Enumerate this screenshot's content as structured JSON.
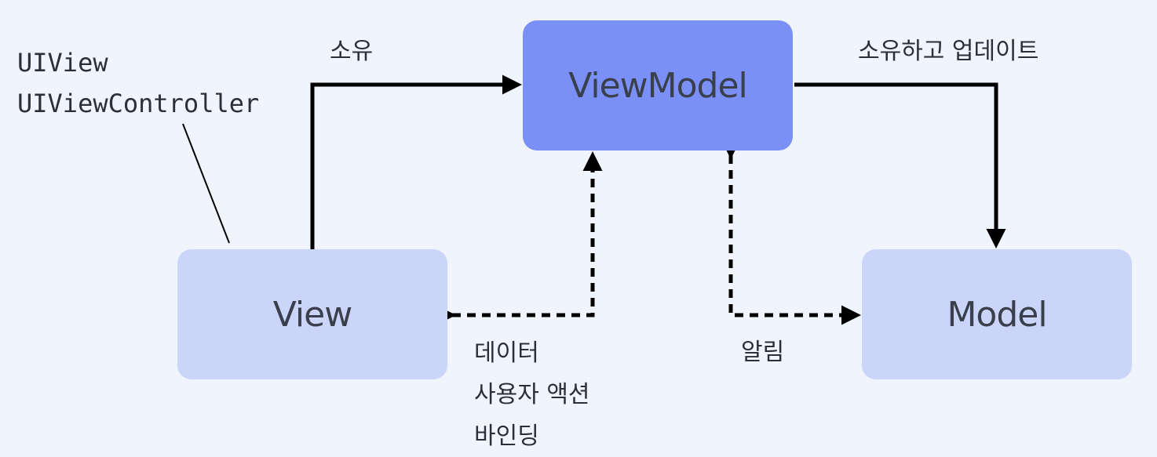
{
  "annotation": {
    "lines": [
      "UIView",
      "UIViewController"
    ]
  },
  "nodes": {
    "viewmodel": "ViewModel",
    "view": "View",
    "model": "Model"
  },
  "edges": {
    "view_to_viewmodel": "소유",
    "viewmodel_to_model": "소유하고 업데이트",
    "binding": [
      "데이터",
      "사용자 액션",
      "바인딩"
    ],
    "notify": "알림"
  },
  "colors": {
    "background": "#f0f4fd",
    "viewmodel_box": "#7b90f6",
    "view_model_boxes": "#cbd5fa",
    "arrow": "#000000"
  }
}
